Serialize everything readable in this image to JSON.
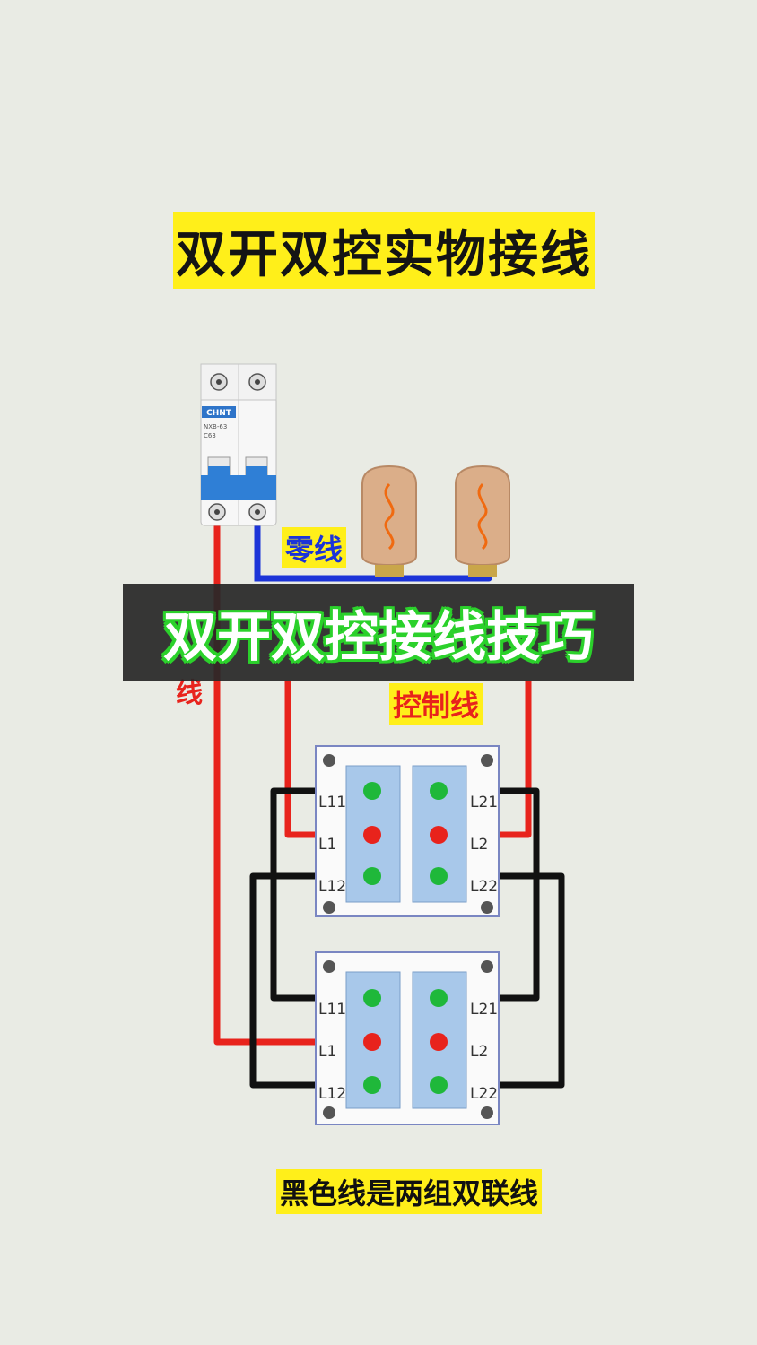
{
  "title": "双开双控实物接线",
  "banner": "双开双控接线技巧",
  "labels": {
    "neutral": "零线",
    "control": "控制线",
    "live": "线",
    "note": "黑色线是两组双联线"
  },
  "breaker": {
    "brand": "CHNT",
    "model": "NXB-63",
    "rating": "C63"
  },
  "switch_top": {
    "left_terminals": [
      "L11",
      "L1",
      "L12"
    ],
    "right_terminals": [
      "L21",
      "L2",
      "L22"
    ]
  },
  "switch_bottom": {
    "left_terminals": [
      "L11",
      "L1",
      "L12"
    ],
    "right_terminals": [
      "L21",
      "L2",
      "L22"
    ]
  },
  "colors": {
    "live": "#e8231c",
    "neutral": "#1c34d8",
    "traveler": "#111111",
    "terminal": "#1fb83a",
    "highlight": "#ffef1a"
  }
}
